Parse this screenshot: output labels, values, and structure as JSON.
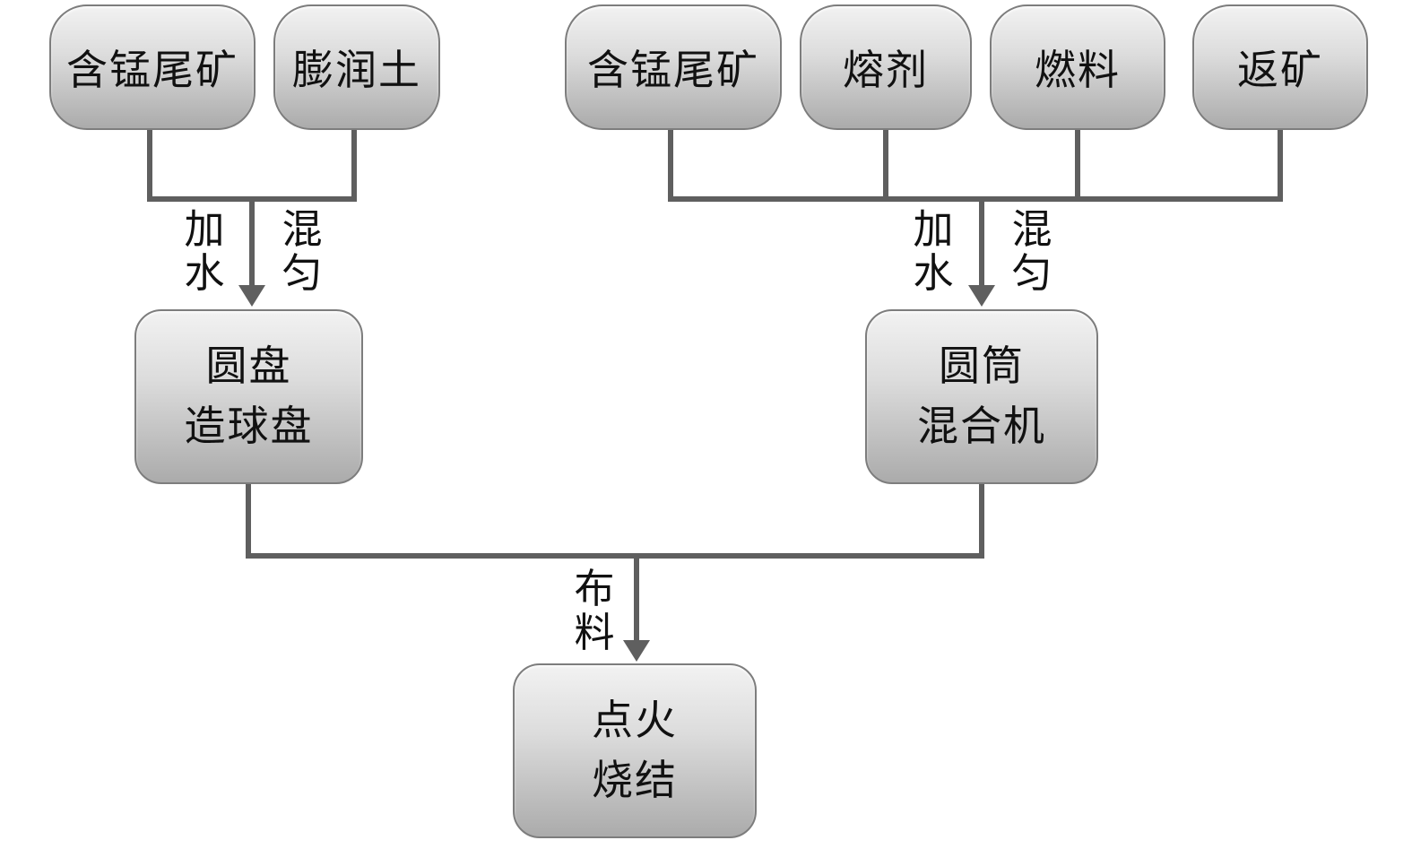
{
  "diagram": {
    "left_inputs": [
      {
        "label": "含锰尾矿"
      },
      {
        "label": "膨润土"
      }
    ],
    "right_inputs": [
      {
        "label": "含锰尾矿"
      },
      {
        "label": "熔剂"
      },
      {
        "label": "燃料"
      },
      {
        "label": "返矿"
      }
    ],
    "left_arrow": {
      "water": "加水",
      "mix": "混匀"
    },
    "right_arrow": {
      "water": "加水",
      "mix": "混匀"
    },
    "bottom_arrow": {
      "label": "布料"
    },
    "left_process": {
      "line1": "圆盘",
      "line2": "造球盘"
    },
    "right_process": {
      "line1": "圆筒",
      "line2": "混合机"
    },
    "bottom_process": {
      "line1": "点火",
      "line2": "烧结"
    }
  }
}
